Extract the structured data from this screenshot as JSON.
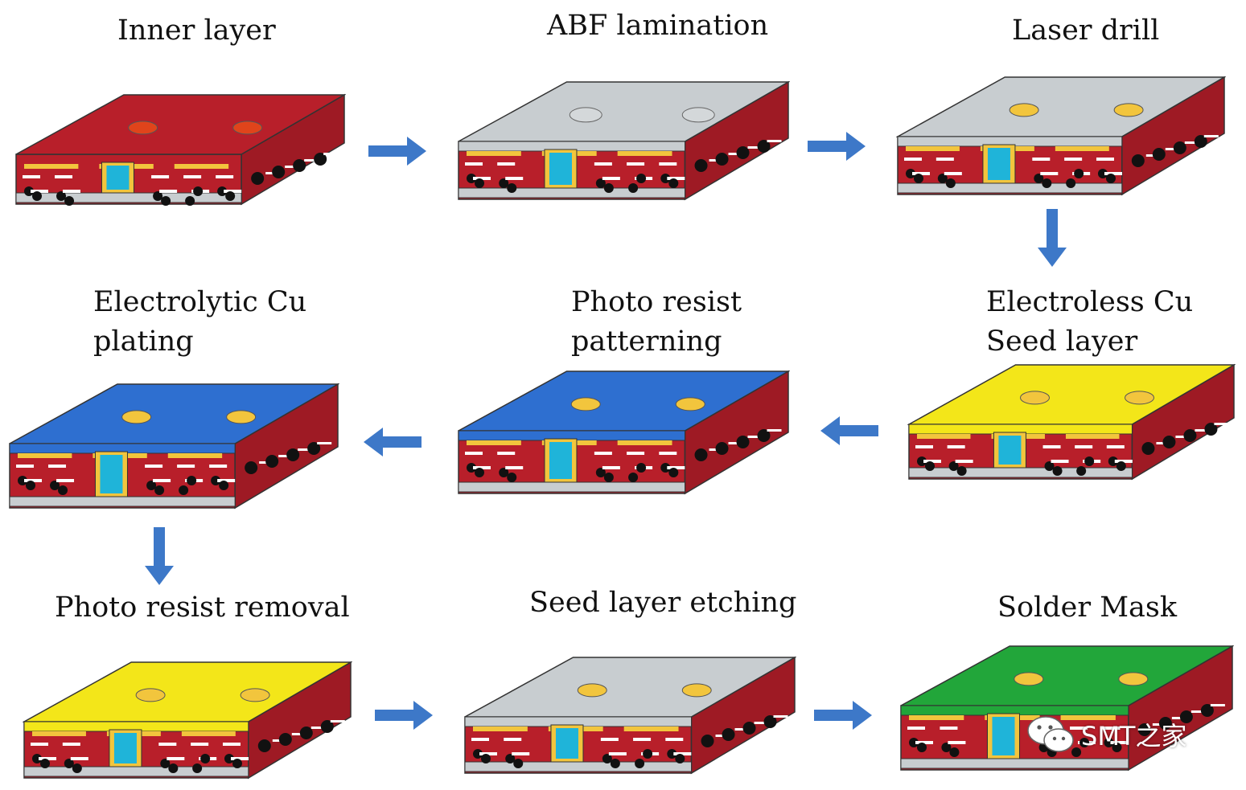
{
  "steps": [
    {
      "id": "inner-layer",
      "lines": [
        "Inner layer"
      ],
      "top": "red"
    },
    {
      "id": "abf-lamination",
      "lines": [
        "ABF lamination"
      ],
      "top": "grey"
    },
    {
      "id": "laser-drill",
      "lines": [
        "Laser drill"
      ],
      "top": "grey"
    },
    {
      "id": "electroless-cu",
      "lines": [
        "Electroless Cu",
        "Seed layer"
      ],
      "top": "yellow"
    },
    {
      "id": "photo-resist-patterning",
      "lines": [
        "Photo resist",
        "patterning"
      ],
      "top": "blue"
    },
    {
      "id": "electrolytic-cu",
      "lines": [
        "Electrolytic Cu",
        "plating"
      ],
      "top": "blue"
    },
    {
      "id": "photo-resist-removal",
      "lines": [
        "Photo resist removal"
      ],
      "top": "yellow"
    },
    {
      "id": "seed-layer-etching",
      "lines": [
        "Seed layer etching"
      ],
      "top": "grey"
    },
    {
      "id": "solder-mask",
      "lines": [
        "Solder Mask"
      ],
      "top": "green"
    }
  ],
  "watermark": {
    "text": "SMT之家",
    "icon": "wechat-icon"
  },
  "colors": {
    "arrow": "#3d78c8",
    "core_red": "#b81f2a",
    "copper": "#f2c53d",
    "via_cyan": "#1fb4d9",
    "abf_grey": "#c8cdd0",
    "seed_yellow": "#f3e619",
    "resist_blue": "#2e6fd0",
    "mask_green": "#22a63a"
  }
}
